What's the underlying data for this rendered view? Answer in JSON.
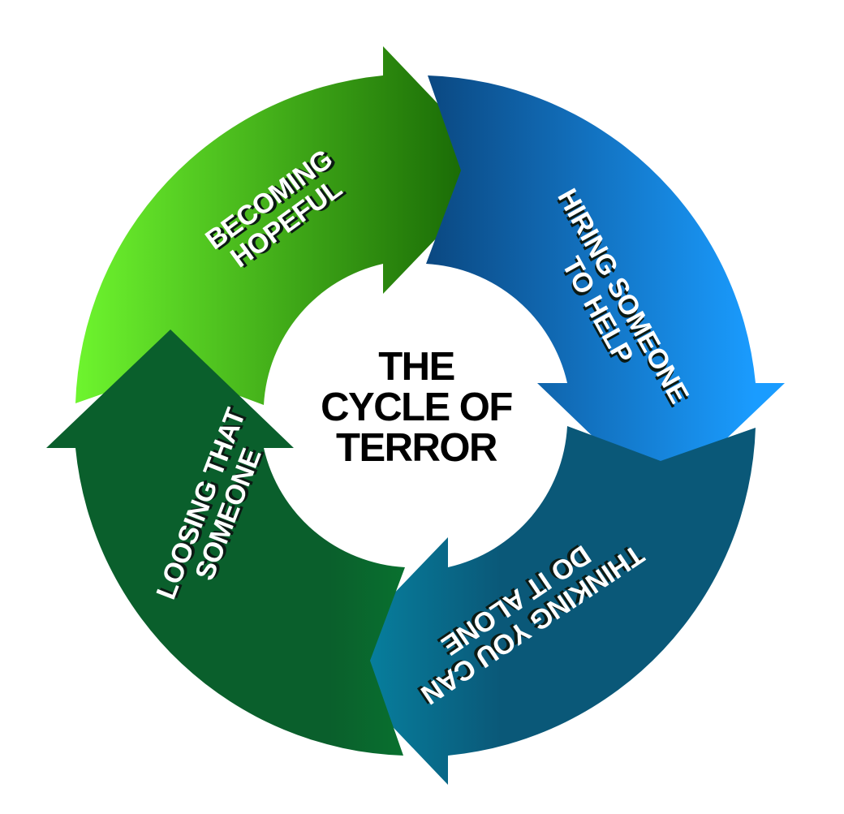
{
  "diagram": {
    "type": "cycle",
    "center_title": [
      "THE",
      "CYCLE OF",
      "TERROR"
    ],
    "steps": [
      {
        "order": 1,
        "lines": [
          "BECOMING",
          "HOPEFUL"
        ],
        "direction": "clockwise",
        "colors": {
          "start": "#6ef52e",
          "end": "#125e02"
        }
      },
      {
        "order": 2,
        "lines": [
          "HIRING SOMEONE",
          "TO HELP"
        ],
        "direction": "clockwise",
        "colors": {
          "start": "#1a9cff",
          "end": "#062f5c"
        }
      },
      {
        "order": 3,
        "lines": [
          "THINKING YOU CAN",
          "DO IT ALONE"
        ],
        "direction": "clockwise",
        "colors": {
          "start": "#00d2ee",
          "end": "#0a5878"
        }
      },
      {
        "order": 4,
        "lines": [
          "LOOSING THAT",
          "SOMEONE"
        ],
        "direction": "clockwise",
        "colors": {
          "start": "#0a5f2c",
          "end": "#02c23c"
        }
      }
    ],
    "text_color": "#ffffff",
    "text_shadow_color": "#0c1a14",
    "title_color": "#000000"
  }
}
